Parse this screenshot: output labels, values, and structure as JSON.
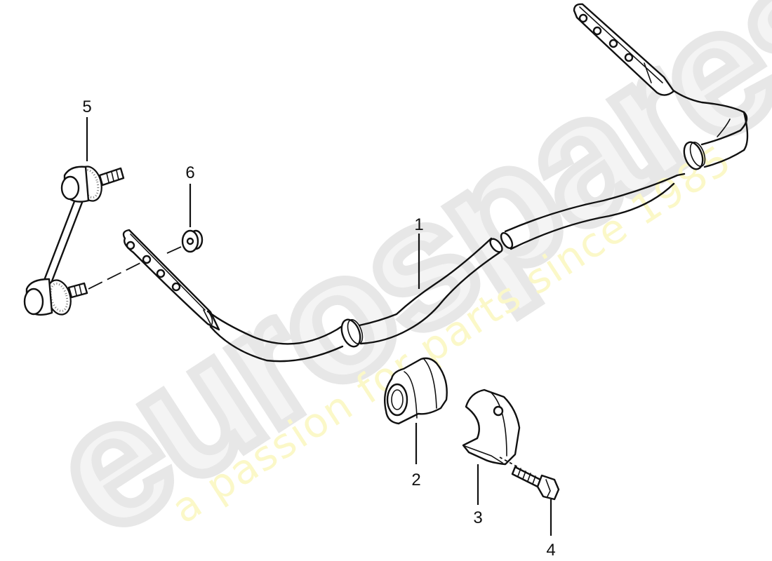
{
  "diagram": {
    "type": "exploded-parts-diagram",
    "subject": "stabilizer bar assembly",
    "colors": {
      "line": "#111111",
      "background": "#ffffff",
      "watermark_logo": "#e7e7e7",
      "watermark_tagline": "#fbf8c8"
    }
  },
  "watermark": {
    "logo": "eurospares",
    "tagline": "a passion for parts since 1985"
  },
  "callouts": [
    {
      "id": "1",
      "label": "1",
      "part": "stabilizer bar"
    },
    {
      "id": "2",
      "label": "2",
      "part": "rubber bushing"
    },
    {
      "id": "3",
      "label": "3",
      "part": "mounting clamp"
    },
    {
      "id": "4",
      "label": "4",
      "part": "hex flange bolt"
    },
    {
      "id": "5",
      "label": "5",
      "part": "coupling link"
    },
    {
      "id": "6",
      "label": "6",
      "part": "flange nut"
    }
  ]
}
